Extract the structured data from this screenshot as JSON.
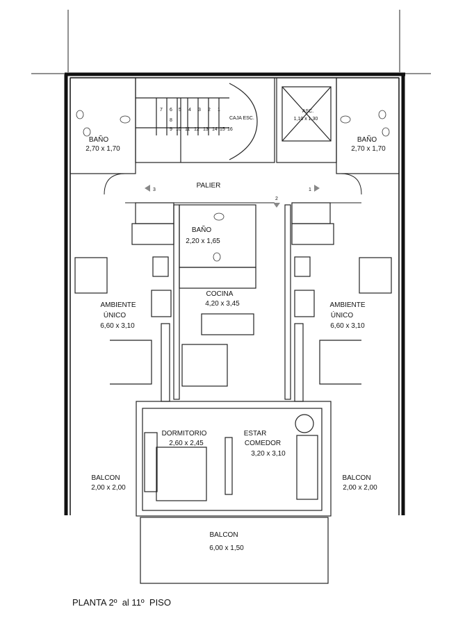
{
  "caption": "PLANTA 2º  al 11º  PISO",
  "rooms": {
    "bano_left": {
      "name": "BAÑO",
      "dims": "2,70 x 1,70"
    },
    "bano_right": {
      "name": "BAÑO",
      "dims": "2,70 x 1,70"
    },
    "caja_esc": {
      "name": "CAJA ESC."
    },
    "asc": {
      "name": "ASC.",
      "dims": "1,10 x 1,30"
    },
    "palier": {
      "name": "PALIER"
    },
    "bano_center": {
      "name": "BAÑO",
      "dims": "2,20 x 1,65"
    },
    "cocina": {
      "name": "COCINA",
      "dims": "4,20 x 3,45"
    },
    "amb_left": {
      "name1": "AMBIENTE",
      "name2": "ÚNICO",
      "dims": "6,60 x 3,10"
    },
    "amb_right": {
      "name1": "AMBIENTE",
      "name2": "ÚNICO",
      "dims": "6,60 x 3,10"
    },
    "dormitorio": {
      "name": "DORMITORIO",
      "dims": "2,60 x 2,45"
    },
    "estar": {
      "name1": "ESTAR",
      "name2": "COMEDOR",
      "dims": "3,20 x 3,10"
    },
    "balcon_left": {
      "name": "BALCON",
      "dims": "2,00 x 2,00"
    },
    "balcon_right": {
      "name": "BALCON",
      "dims": "2,00 x 2,00"
    },
    "balcon_bottom": {
      "name": "BALCON",
      "dims": "6,00 x 1,50"
    }
  },
  "unit_numbers": {
    "left": "3",
    "center": "2",
    "right": "1"
  },
  "stair_steps_top": [
    "7",
    "6",
    "5",
    "4",
    "3",
    "2",
    "1"
  ],
  "stair_step_mid": "8",
  "stair_steps_bottom": [
    "9",
    "10",
    "11",
    "12",
    "13",
    "14",
    "15",
    "16"
  ]
}
